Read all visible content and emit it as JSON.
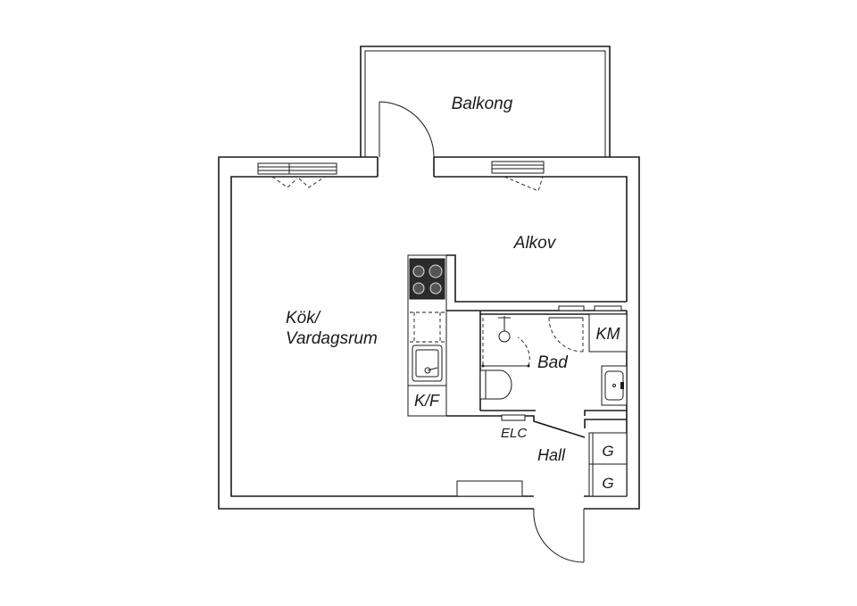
{
  "rooms": {
    "balkong": "Balkong",
    "alkov": "Alkov",
    "kok_line1": "Kök/",
    "kok_line2": "Vardagsrum",
    "bad": "Bad",
    "hall": "Hall"
  },
  "fixtures": {
    "km": "KM",
    "kf": "K/F",
    "elc": "ELC",
    "g1": "G",
    "g2": "G"
  },
  "colors": {
    "line": "#1a1a1a",
    "hob": "#2b2b2b",
    "background": "#ffffff"
  }
}
